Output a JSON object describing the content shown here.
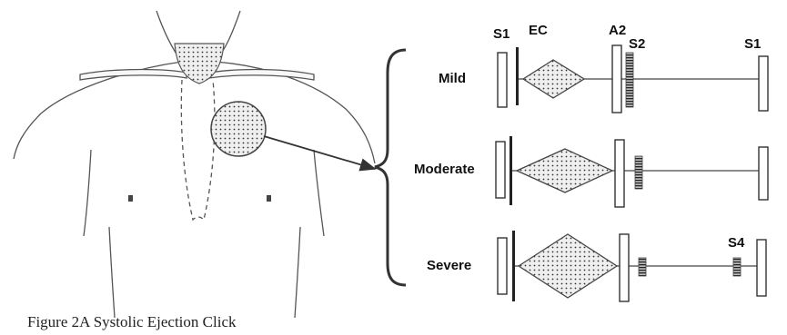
{
  "caption": "Figure 2A Systolic Ejection Click",
  "header_labels": {
    "s1_left": "S1",
    "ec": "EC",
    "a2": "A2",
    "s2": "S2",
    "s1_right": "S1"
  },
  "rows": [
    {
      "label": "Mild"
    },
    {
      "label": "Moderate"
    },
    {
      "label": "Severe",
      "extra_label": "S4"
    }
  ]
}
